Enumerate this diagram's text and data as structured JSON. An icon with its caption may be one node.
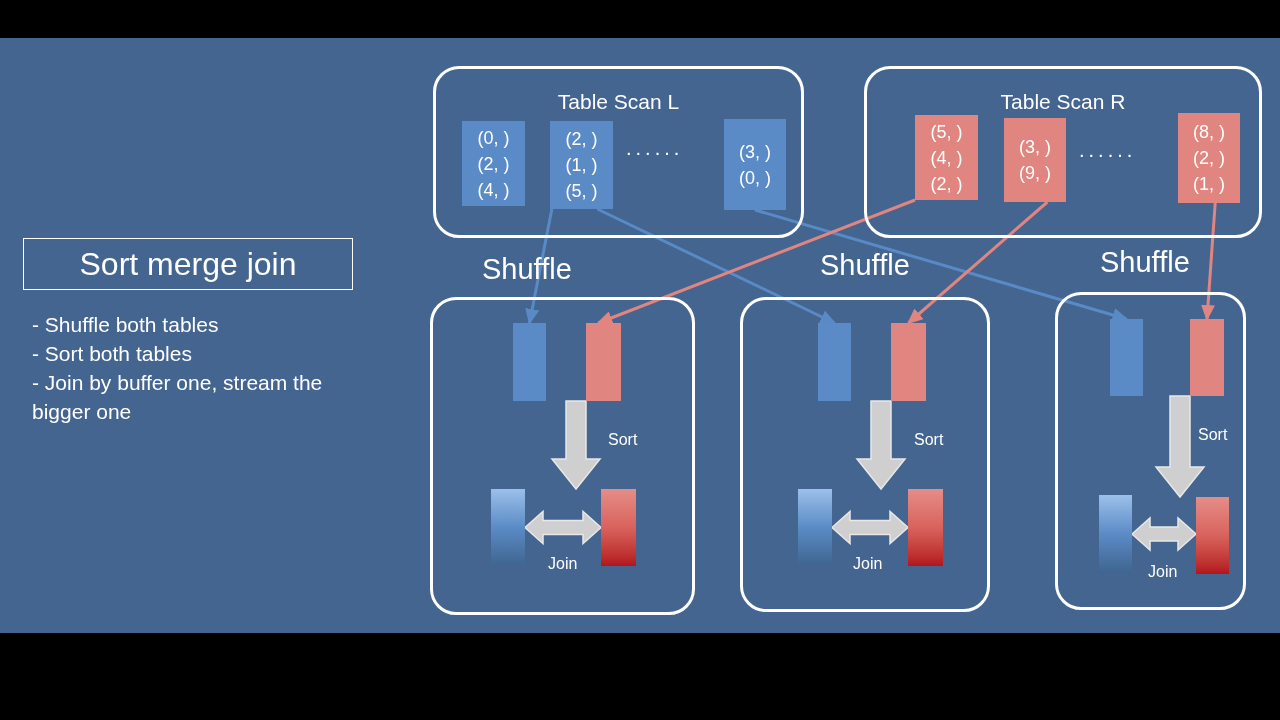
{
  "diagram": {
    "nodes": [
      {
        "text": [
          "Sort merge join"
        ]
      },
      {
        "text": [
          "Table Scan L"
        ]
      },
      {
        "text": [
          "(0, )",
          "(2, )",
          "(4, )"
        ],
        "in": 1
      },
      {
        "text": [
          "(2, )",
          "(1, )",
          "(5, )"
        ],
        "in": 1
      },
      {
        "text": [
          "(3, )",
          "(0, )"
        ],
        "in": 1
      },
      {
        "text": [
          "Table Scan R"
        ]
      },
      {
        "text": [
          "(5, )",
          "(4, )",
          "(2, )"
        ],
        "in": 5
      },
      {
        "text": [
          "(3, )",
          "(9, )"
        ],
        "in": 5
      },
      {
        "text": [
          "(8, )",
          "(2, )",
          "(1, )"
        ],
        "in": 5
      },
      {
        "text": [
          "Shuffle"
        ]
      },
      {
        "text": [],
        "shape": "bar",
        "in": 9
      },
      {
        "text": [],
        "shape": "bar",
        "in": 9
      },
      {
        "text": [],
        "shape": "bar",
        "in": 9
      },
      {
        "text": [],
        "shape": "bar",
        "in": 9
      },
      {
        "text": [
          "Shuffle"
        ]
      },
      {
        "text": [],
        "shape": "bar",
        "in": 14
      },
      {
        "text": [],
        "shape": "bar",
        "in": 14
      },
      {
        "text": [],
        "shape": "bar",
        "in": 14
      },
      {
        "text": [],
        "shape": "bar",
        "in": 14
      },
      {
        "text": [
          "Shuffle"
        ]
      },
      {
        "text": [],
        "shape": "bar",
        "in": 19
      },
      {
        "text": [],
        "shape": "bar",
        "in": 19
      },
      {
        "text": [],
        "shape": "bar",
        "in": 19
      },
      {
        "text": [],
        "shape": "bar",
        "in": 19
      }
    ],
    "edges": [
      {
        "from": 3,
        "to": 10,
        "arrow": "to",
        "color": "#5a8ac6"
      },
      {
        "from": 3,
        "to": 15,
        "arrow": "to",
        "color": "#5a8ac6"
      },
      {
        "from": 4,
        "to": 20,
        "arrow": "to",
        "color": "#5a8ac6"
      },
      {
        "from": 6,
        "to": 11,
        "arrow": "to",
        "color": "#e0857f"
      },
      {
        "from": 7,
        "to": 16,
        "arrow": "to",
        "color": "#e0857f"
      },
      {
        "from": 8,
        "to": 21,
        "arrow": "to",
        "color": "#e0857f"
      },
      {
        "from": 11,
        "to": 13,
        "arrow": "to",
        "label": "Sort",
        "style": "thick",
        "color": "#cfcfcf"
      },
      {
        "from": 16,
        "to": 18,
        "arrow": "to",
        "label": "Sort",
        "style": "thick",
        "color": "#cfcfcf"
      },
      {
        "from": 21,
        "to": 23,
        "arrow": "to",
        "label": "Sort",
        "style": "thick",
        "color": "#cfcfcf"
      },
      {
        "from": 12,
        "to": 13,
        "arrow": "both",
        "label": "Join",
        "style": "thick",
        "color": "#cfcfcf"
      },
      {
        "from": 17,
        "to": 18,
        "arrow": "both",
        "label": "Join",
        "style": "thick",
        "color": "#cfcfcf"
      },
      {
        "from": 22,
        "to": 23,
        "arrow": "both",
        "label": "Join",
        "style": "thick",
        "color": "#cfcfcf"
      }
    ],
    "labels": [
      "- Shuffle both tables",
      "- Sort both tables",
      "- Join by buffer one, stream the bigger one",
      "......",
      "......"
    ]
  }
}
